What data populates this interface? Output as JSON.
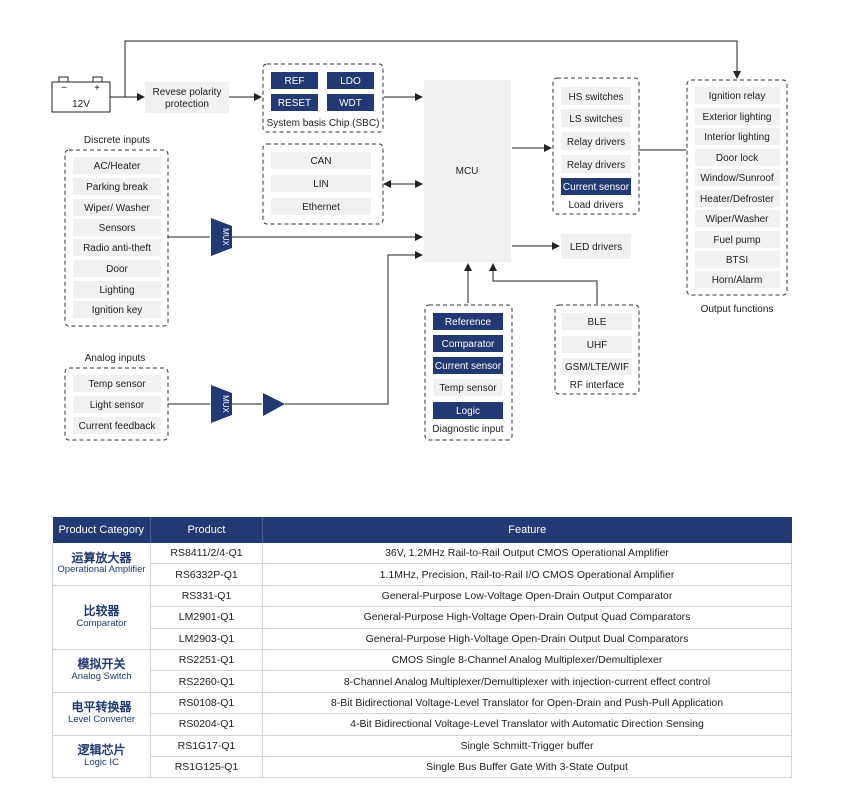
{
  "diagram": {
    "battery": {
      "plus": "+",
      "minus": "−",
      "voltage": "12V"
    },
    "reverse_polarity": [
      "Revese polarity",
      "protection"
    ],
    "sbc": {
      "items": [
        "REF",
        "LDO",
        "RESET",
        "WDT"
      ],
      "caption": "System basis Chip (SBC)"
    },
    "bus": {
      "items": [
        "CAN",
        "LIN",
        "Ethernet"
      ]
    },
    "mcu": "MCU",
    "discrete": {
      "title": "Discrete inputs",
      "items": [
        "AC/Heater",
        "Parking break",
        "Wiper/ Washer",
        "Sensors",
        "Radio anti-theft",
        "Door",
        "Lighting",
        "Ignition key"
      ]
    },
    "analog": {
      "title": "Analog inputs",
      "items": [
        "Temp sensor",
        "Light sensor",
        "Current feedback"
      ]
    },
    "mux_label": "MUX",
    "load": {
      "items": [
        "HS switches",
        "LS switches",
        "Relay drivers",
        "Relay drivers",
        "Current sensor"
      ],
      "caption": "Load drivers"
    },
    "led": "LED drivers",
    "output": {
      "items": [
        "Ignition relay",
        "Exterior lighting",
        "Interior lighting",
        "Door lock",
        "Window/Sunroof",
        "Heater/Defroster",
        "Wiper/Washer",
        "Fuel pump",
        "BTSI",
        "Horn/Alarm"
      ],
      "caption": "Output functions"
    },
    "diagnostic": {
      "items": [
        "Reference",
        "Comparator",
        "Current sensor",
        "Temp sensor",
        "Logic"
      ],
      "caption": "Diagnostic input"
    },
    "rf": {
      "items": [
        "BLE",
        "UHF",
        "GSM/LTE/WIF"
      ],
      "caption": "RF interface"
    }
  },
  "table": {
    "headers": [
      "Product Category",
      "Product",
      "Feature"
    ],
    "groups": [
      {
        "zh": "运算放大器",
        "en": "Operational Amplifier",
        "rows": [
          {
            "product": "RS8411/2/4-Q1",
            "feature": "36V, 1.2MHz Rail-to-Rail Output CMOS Operational Amplifier"
          },
          {
            "product": "RS6332P-Q1",
            "feature": "1.1MHz, Precision, Rail-to-Rail I/O CMOS Operational Amplifier"
          }
        ]
      },
      {
        "zh": "比较器",
        "en": "Comparator",
        "rows": [
          {
            "product": "RS331-Q1",
            "feature": "General-Purpose Low-Voltage Open-Drain  Output Comparator"
          },
          {
            "product": "LM2901-Q1",
            "feature": "General-Purpose High-Voltage Open-Drain Output Quad Comparators"
          },
          {
            "product": "LM2903-Q1",
            "feature": "General-Purpose High-Voltage Open-Drain Output Dual Comparators"
          }
        ]
      },
      {
        "zh": "模拟开关",
        "en": "Analog Switch",
        "rows": [
          {
            "product": "RS2251-Q1",
            "feature": "CMOS Single 8-Channel Analog Multiplexer/Demultiplexer"
          },
          {
            "product": "RS2260-Q1",
            "feature": "8-Channel Analog Multiplexer/Demultiplexer with injection-current effect control"
          }
        ]
      },
      {
        "zh": "电平转换器",
        "en": "Level Converter",
        "rows": [
          {
            "product": "RS0108-Q1",
            "feature": "8-Bit Bidirectional Voltage-Level Translator for Open-Drain and Push-Pull Application"
          },
          {
            "product": "RS0204-Q1",
            "feature": "4-Bit Bidirectional Voltage-Level Translator with Automatic Direction Sensing"
          }
        ]
      },
      {
        "zh": "逻辑芯片",
        "en": "Logic IC",
        "rows": [
          {
            "product": "RS1G17-Q1",
            "feature": "Single Schmitt-Trigger buffer"
          },
          {
            "product": "RS1G125-Q1",
            "feature": "Single Bus Buffer Gate With 3-State Output"
          }
        ]
      }
    ]
  }
}
